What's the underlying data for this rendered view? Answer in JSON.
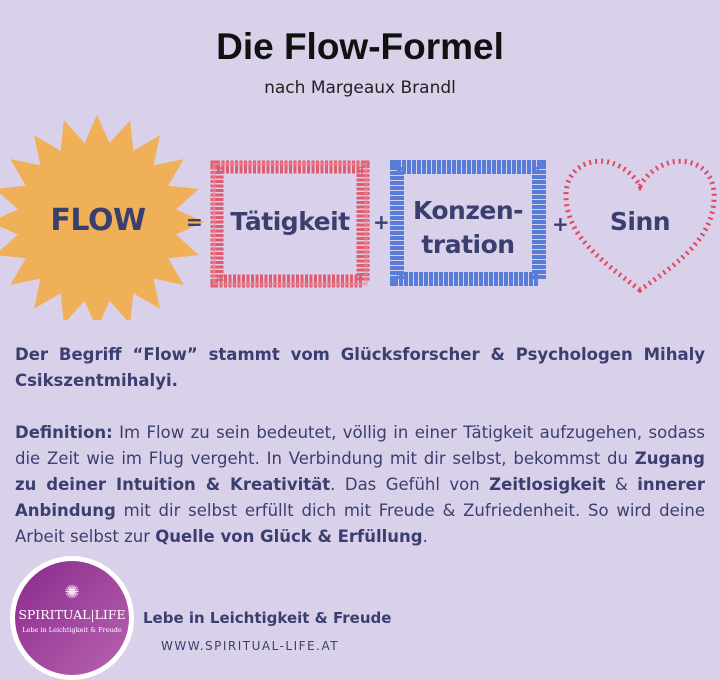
{
  "title": "Die Flow-Formel",
  "subtitle": "nach Margeaux Brandl",
  "formula": {
    "flow": "FLOW",
    "equals": "=",
    "plus": "+",
    "term1": "Tätigkeit",
    "term2_line1": "Konzen-",
    "term2_line2": "tration",
    "term3": "Sinn"
  },
  "colors": {
    "background": "#d9d0ea",
    "text": "#3a3f70",
    "star": "#f0b057",
    "box1": "#e0485a",
    "box2": "#4a72d6",
    "heart": "#e0304a"
  },
  "intro": "Der Begriff “Flow” stammt vom Glücksforscher & Psychologen Mihaly Csikszentmihalyi.",
  "definition": {
    "label": "Definition:",
    "t1": " Im Flow zu sein bedeutet, völlig in einer Tätigkeit aufzugehen, sodass die Zeit wie im Flug vergeht. In Verbindung mit dir selbst, bekommst du ",
    "b1": "Zugang zu deiner Intuition & Kreativität",
    "t2": ". Das Gefühl von ",
    "b2": "Zeitlosigkeit",
    "t3": " & ",
    "b3": "innerer Anbindung",
    "t4": " mit dir selbst erfüllt dich mit Freude &  Zufriedenheit. So wird deine Arbeit selbst zur ",
    "b4": "Quelle von Glück & Erfüllung",
    "t5": "."
  },
  "footer": {
    "logo_name": "SPIRITUAL|LIFE",
    "logo_tag": "Lebe in Leichtigkeit & Freude",
    "tagline": "Lebe in Leichtigkeit & Freude",
    "url": "WWW.SPIRITUAL-LIFE.AT"
  }
}
